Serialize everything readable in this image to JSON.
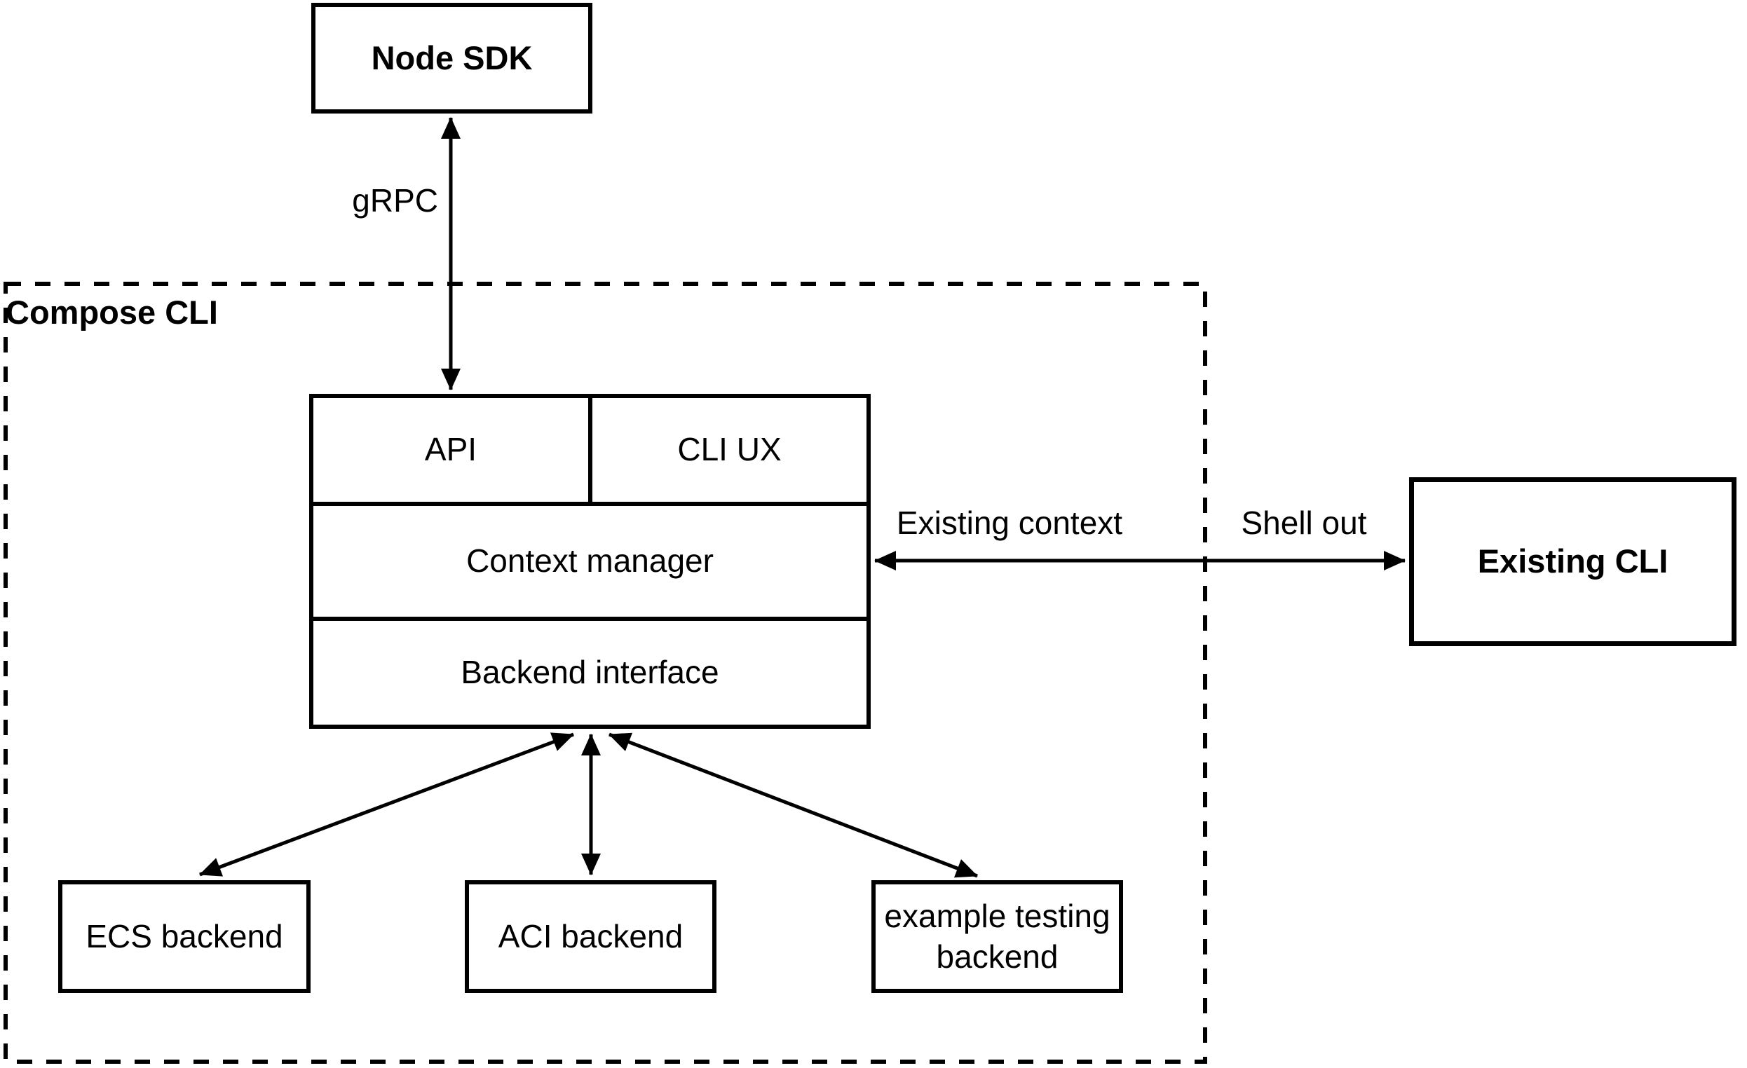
{
  "container": {
    "label": "Compose CLI"
  },
  "nodes": {
    "node_sdk": {
      "label": "Node SDK"
    },
    "api": {
      "label": "API"
    },
    "cli_ux": {
      "label": "CLI UX"
    },
    "context_manager": {
      "label": "Context manager"
    },
    "backend_interface": {
      "label": "Backend interface"
    },
    "existing_cli": {
      "label": "Existing CLI"
    },
    "ecs_backend": {
      "label": "ECS backend"
    },
    "aci_backend": {
      "label": "ACI backend"
    },
    "example_testing_backend": {
      "label": "example testing backend"
    }
  },
  "edges": {
    "grpc": {
      "label": "gRPC"
    },
    "existing_context": {
      "label": "Existing context"
    },
    "shell_out": {
      "label": "Shell out"
    }
  },
  "colors": {
    "stroke": "#000000",
    "background": "#ffffff",
    "text": "#000000"
  }
}
